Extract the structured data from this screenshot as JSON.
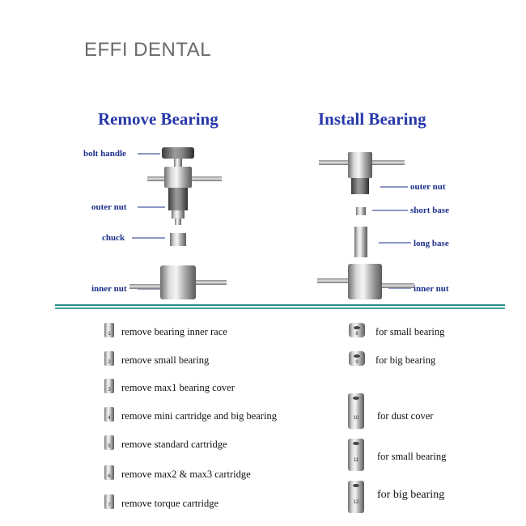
{
  "brand": "EFFI DENTAL",
  "remove": {
    "title": "Remove Bearing",
    "labels": {
      "bolt_handle": "bolt handle",
      "outer_nut": "outer nut",
      "chuck": "chuck",
      "inner_nut": "inner nut"
    }
  },
  "install": {
    "title": "Install Bearing",
    "labels": {
      "outer_nut": "outer nut",
      "short_base": "short base",
      "long_base": "long base",
      "inner_nut": "inner nut"
    }
  },
  "remove_parts": [
    {
      "num": "1",
      "text": "remove bearing inner race"
    },
    {
      "num": "2",
      "text": "remove small bearing"
    },
    {
      "num": "3",
      "text": "remove max1 bearing cover"
    },
    {
      "num": "4",
      "text": "remove mini cartridge and big bearing"
    },
    {
      "num": "5",
      "text": "remove standard cartridge"
    },
    {
      "num": "6",
      "text": "remove max2 & max3 cartridge"
    },
    {
      "num": "7",
      "text": "remove torque cartridge"
    }
  ],
  "install_parts": [
    {
      "num": "8",
      "text": "for small bearing"
    },
    {
      "num": "9",
      "text": "for big bearing"
    },
    {
      "num": "10",
      "text": "for dust cover"
    },
    {
      "num": "11",
      "text": "for small bearing"
    },
    {
      "num": "12",
      "text": "for big bearing"
    }
  ]
}
